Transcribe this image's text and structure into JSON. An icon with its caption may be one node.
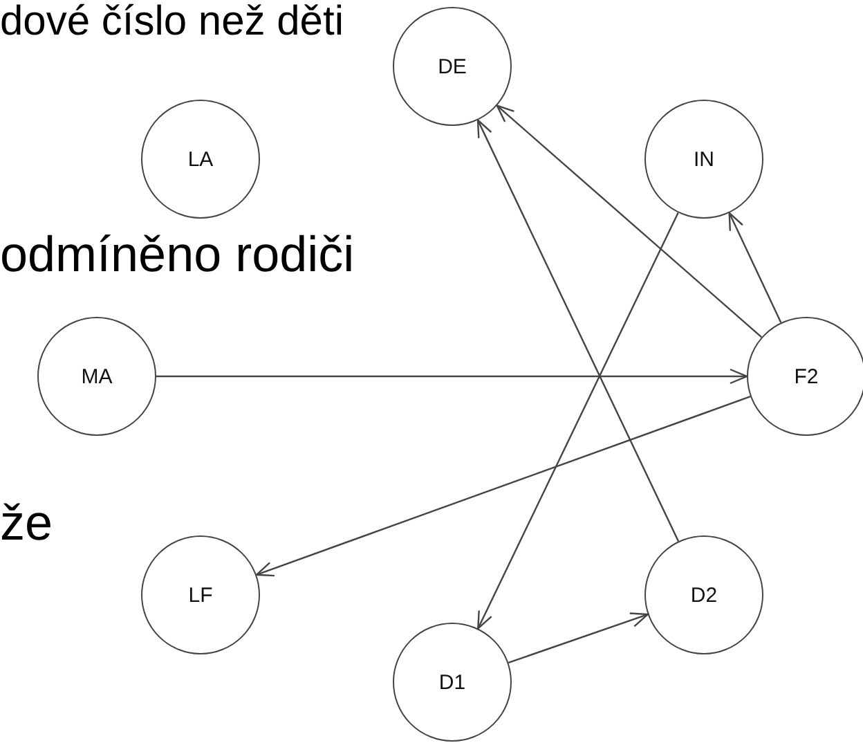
{
  "diagram": {
    "nodes": [
      {
        "text": [
          "DE"
        ]
      },
      {
        "text": [
          "LA"
        ]
      },
      {
        "text": [
          "IN"
        ]
      },
      {
        "text": [
          "MA"
        ]
      },
      {
        "text": [
          "F2"
        ]
      },
      {
        "text": [
          "LF"
        ]
      },
      {
        "text": [
          "D2"
        ]
      },
      {
        "text": [
          "D1"
        ]
      }
    ],
    "edges": [
      {
        "from": 3,
        "to": 4,
        "arrow": "to"
      },
      {
        "from": 4,
        "to": 0,
        "arrow": "to"
      },
      {
        "from": 6,
        "to": 0,
        "arrow": "to"
      },
      {
        "from": 4,
        "to": 2,
        "arrow": "to"
      },
      {
        "from": 2,
        "to": 7,
        "arrow": "to"
      },
      {
        "from": 4,
        "to": 5,
        "arrow": "to"
      },
      {
        "from": 7,
        "to": 6,
        "arrow": "to"
      }
    ],
    "labels": [
      "dové číslo než děti",
      "odmíněno rodiči",
      "že"
    ]
  }
}
